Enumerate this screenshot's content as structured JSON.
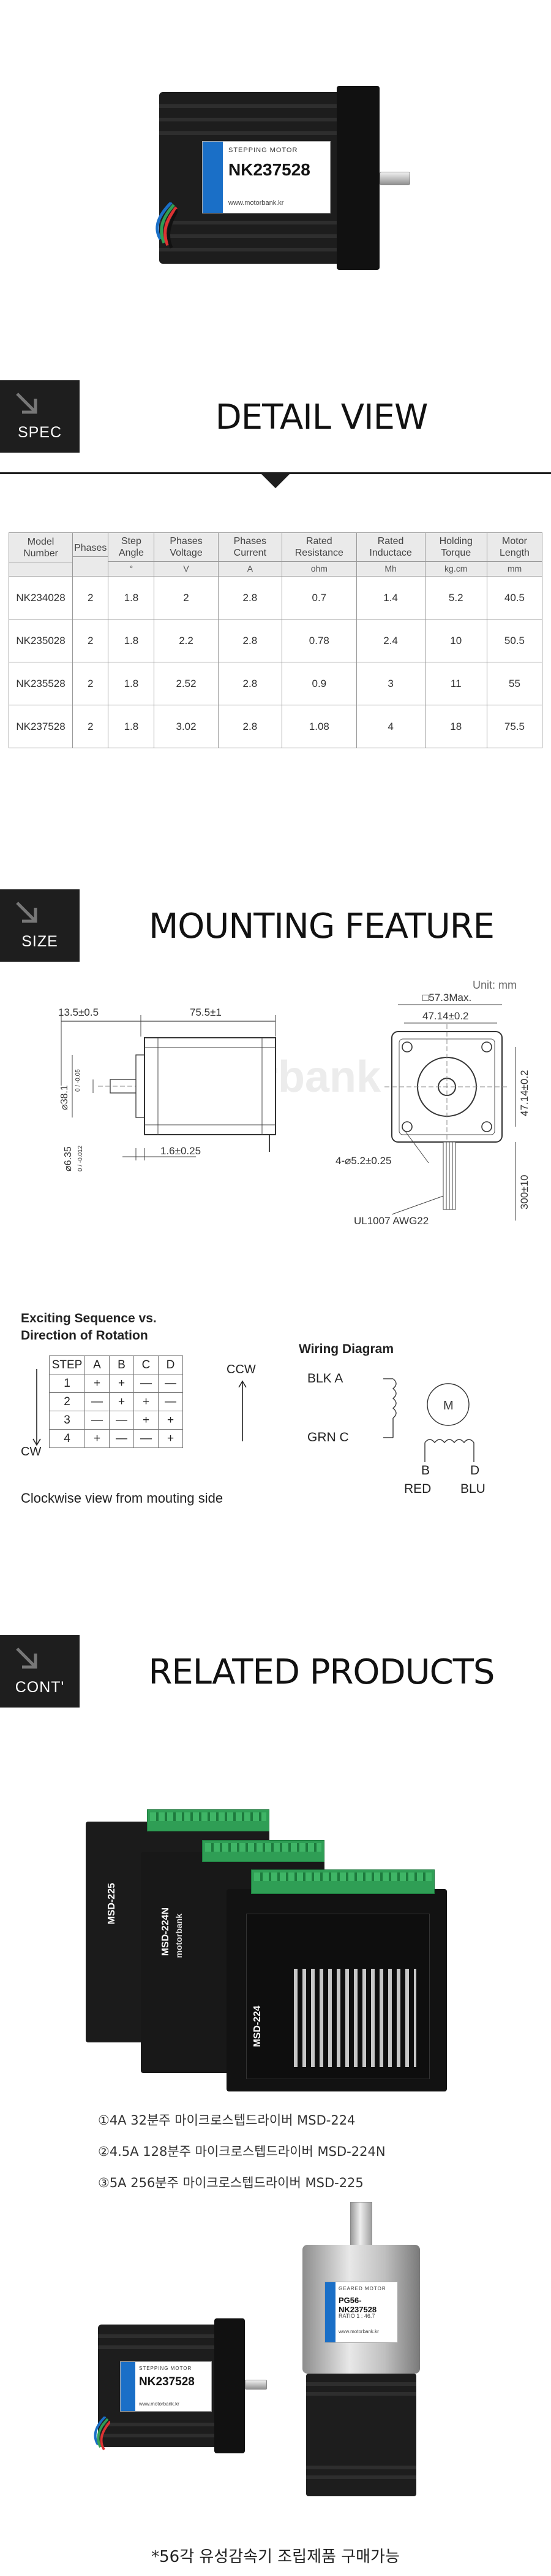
{
  "hero": {
    "label_top": "STEPPING MOTOR",
    "model": "NK237528",
    "website": "www.motorbank.kr"
  },
  "sections": {
    "spec": {
      "tag": "SPEC",
      "title": "DETAIL VIEW"
    },
    "size": {
      "tag": "SIZE",
      "title": "MOUNTING FEATURE"
    },
    "cont": {
      "tag": "CONT'",
      "title": "RELATED PRODUCTS"
    }
  },
  "spec_table": {
    "headers": [
      {
        "label": "Model Number",
        "unit": ""
      },
      {
        "label": "Phases",
        "unit": ""
      },
      {
        "label": "Step Angle",
        "unit": "°"
      },
      {
        "label": "Phases Voltage",
        "unit": "V"
      },
      {
        "label": "Phases Current",
        "unit": "A"
      },
      {
        "label": "Rated Resistance",
        "unit": "ohm"
      },
      {
        "label": "Rated Inductace",
        "unit": "Mh"
      },
      {
        "label": "Holding Torque",
        "unit": "kg.cm"
      },
      {
        "label": "Motor Length",
        "unit": "mm"
      }
    ],
    "rows": [
      [
        "NK234028",
        "2",
        "1.8",
        "2",
        "2.8",
        "0.7",
        "1.4",
        "5.2",
        "40.5"
      ],
      [
        "NK235028",
        "2",
        "1.8",
        "2.2",
        "2.8",
        "0.78",
        "2.4",
        "10",
        "50.5"
      ],
      [
        "NK235528",
        "2",
        "1.8",
        "2.52",
        "2.8",
        "0.9",
        "3",
        "11",
        "55"
      ],
      [
        "NK237528",
        "2",
        "1.8",
        "3.02",
        "2.8",
        "1.08",
        "4",
        "18",
        "75.5"
      ]
    ]
  },
  "mounting": {
    "unit_note": "Unit: mm",
    "dims": {
      "flange_offset": "13.5±0.5",
      "body_length": "75.5±1",
      "shaft_dia": "⌀38.1",
      "shaft_dia_tol": "0 / -0.05",
      "shaft_small": "⌀6.35",
      "shaft_small_tol": "0 / -0.012",
      "boss": "1.6±0.25",
      "square": "□57.3Max.",
      "hole_spacing_h": "47.14±0.2",
      "hole_spacing_v": "47.14±0.2",
      "holes": "4-⌀5.2±0.25",
      "cable": "UL1007 AWG22",
      "lead_length": "300±10"
    },
    "watermark": "motorbank"
  },
  "sequence": {
    "title_line1": "Exciting Sequence vs.",
    "title_line2": "Direction of Rotation",
    "header": [
      "STEP",
      "A",
      "B",
      "C",
      "D"
    ],
    "rows": [
      [
        "1",
        "+",
        "+",
        "—",
        "—"
      ],
      [
        "2",
        "—",
        "+",
        "+",
        "—"
      ],
      [
        "3",
        "—",
        "—",
        "+",
        "+"
      ],
      [
        "4",
        "+",
        "—",
        "—",
        "+"
      ]
    ],
    "ccw": "CCW",
    "cw": "CW",
    "note": "Clockwise view from mouting side"
  },
  "wiring": {
    "title": "Wiring Diagram",
    "blk": "BLK A",
    "grn": "GRN C",
    "b": "B",
    "d": "D",
    "red": "RED",
    "blu": "BLU",
    "motor": "M"
  },
  "related": {
    "driver_brand": "motorbank",
    "driver_models": [
      "MSD-225",
      "MSD-224N",
      "MSD-224"
    ],
    "items": [
      "①4A 32분주 마이크로스텝드라이버 MSD-224",
      "②4.5A 128분주 마이크로스텝드라이버 MSD-224N",
      "③5A 256분주 마이크로스텝드라이버 MSD-225"
    ],
    "gear_label_top": "GEARED MOTOR",
    "gear_label_model": "PG56-NK237528",
    "gear_ratio": "RATIO 1 : 46.7",
    "footer": "*56각 유성감속기 조립제품 구매가능"
  }
}
